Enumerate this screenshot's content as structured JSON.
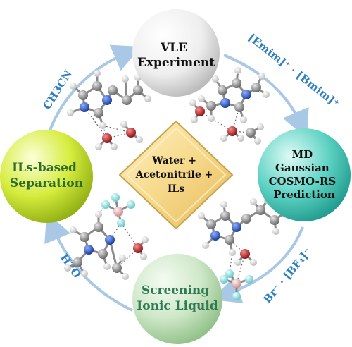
{
  "center": {
    "lines": [
      "Water +",
      "Acetonitrile +",
      "ILs"
    ]
  },
  "nodes": {
    "top": {
      "lines": [
        "VLE",
        "Experiment"
      ]
    },
    "right": {
      "lines": [
        "MD",
        "Gaussian",
        "COSMO-RS",
        "Prediction"
      ]
    },
    "bottom": {
      "lines": [
        "Screening",
        "Ionic Liquid"
      ]
    },
    "left": {
      "lines": [
        "ILs-based",
        "Separation"
      ]
    }
  },
  "arc_labels": {
    "top_left": "CH3CN",
    "top_right": "[Emim]⁺ · [Bmim]⁺",
    "bottom_right": "Br⁻ · [BF₄]⁻",
    "bottom_left": "H2O"
  },
  "colors": {
    "arrow": "#a9c8e6",
    "label": "#2e7fc0",
    "diamond_fill": "#f6d98b",
    "diamond_edge": "#c9a24a",
    "carbon": "#9a9a9a",
    "hydrogen": "#f2f2f2",
    "nitrogen": "#2f5fc4",
    "oxygen": "#c0282d",
    "boron": "#e8b8b8",
    "fluorine": "#a8e8ea"
  }
}
